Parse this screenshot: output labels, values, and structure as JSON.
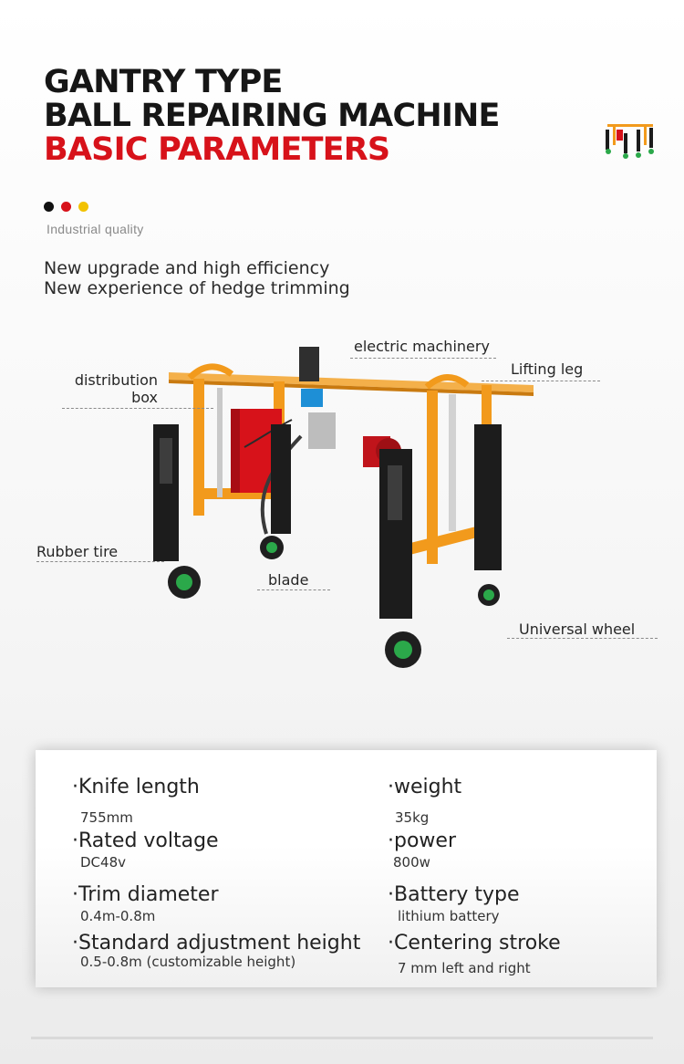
{
  "header": {
    "title_line1": "GANTRY TYPE",
    "title_line2": "BALL REPAIRING MACHINE",
    "title_line3": "BASIC PARAMETERS",
    "dot_colors": [
      "#111111",
      "#d7121a",
      "#f2c200"
    ],
    "tagline": "Industrial quality"
  },
  "slogan": {
    "line1": "New upgrade and high efficiency",
    "line2": "New experience of hedge trimming"
  },
  "diagram": {
    "electric_machinery": "electric machinery",
    "lifting_leg": "Lifting leg",
    "distribution_box_1": "distribution",
    "distribution_box_2": "box",
    "rubber_tire": "Rubber tire",
    "blade": "blade",
    "universal_wheel": "Universal wheel",
    "colors": {
      "frame": "#f29a1c",
      "legs": "#1c1c1c",
      "box": "#d7121a",
      "wheel_hub": "#2ba84a"
    }
  },
  "specs": {
    "knife_length_label": "·Knife length",
    "knife_length_value": "755mm",
    "weight_label": "·weight",
    "weight_value": "35kg",
    "rated_voltage_label": "·Rated voltage",
    "rated_voltage_value": "DC48v",
    "power_label": "·power",
    "power_value": "800w",
    "trim_diameter_label": "·Trim diameter",
    "trim_diameter_value": "0.4m-0.8m",
    "battery_type_label": "·Battery type",
    "battery_type_value": "lithium battery",
    "adjust_height_label": "·Standard adjustment height",
    "adjust_height_value": "0.5-0.8m (customizable height)",
    "centering_stroke_label": "·Centering stroke",
    "centering_stroke_value": "7 mm left and right"
  }
}
